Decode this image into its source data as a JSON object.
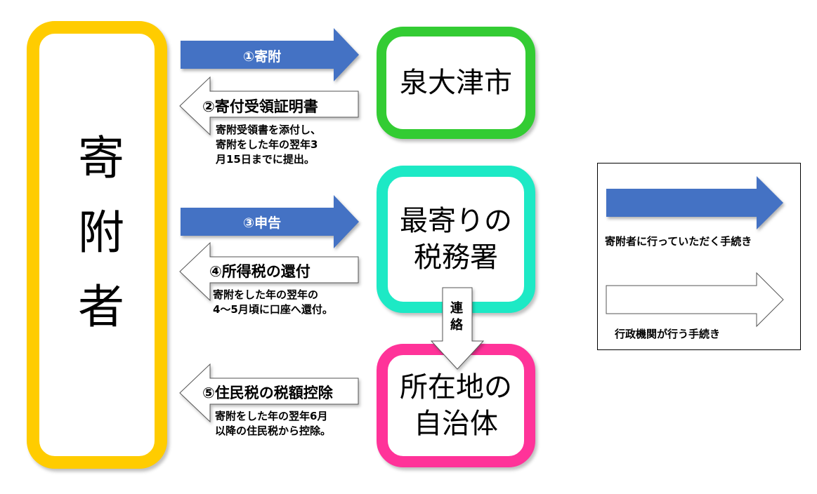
{
  "colors": {
    "donor_border": "#ffcc00",
    "city_border": "#33cc33",
    "tax_office_border": "#1de9c5",
    "municipality_border": "#ff3399",
    "donor_action_arrow": "#4472c4",
    "admin_action_arrow": "#ffffff"
  },
  "nodes": {
    "donor": "寄附者",
    "city": "泉大津市",
    "tax_office": [
      "最寄りの",
      "税務署"
    ],
    "municipality": [
      "所在地の",
      "自治体"
    ]
  },
  "steps": [
    {
      "label": "①寄附",
      "type": "donor_action",
      "from": "寄附者",
      "to": "泉大津市"
    },
    {
      "label": "②寄付受領証明書",
      "type": "admin_action",
      "from": "泉大津市",
      "to": "寄附者",
      "note": [
        "寄附受領書を添付し、",
        "寄附をした年の翌年3",
        "月15日までに提出。"
      ]
    },
    {
      "label": "③申告",
      "type": "donor_action",
      "from": "寄附者",
      "to": "最寄りの税務署"
    },
    {
      "label": "④所得税の還付",
      "type": "admin_action",
      "from": "最寄りの税務署",
      "to": "寄附者",
      "note": [
        "寄附をした年の翌年の",
        "4～5月頃に口座へ還付。"
      ]
    },
    {
      "label": "⑤住民税の税額控除",
      "type": "admin_action",
      "from": "所在地の自治体",
      "to": "寄附者",
      "note": [
        "寄附をした年の翌年6月",
        "以降の住民税から控除。"
      ]
    }
  ],
  "link": {
    "label": [
      "連",
      "絡"
    ],
    "from": "最寄りの税務署",
    "to": "所在地の自治体"
  },
  "legend": {
    "donor_action": "寄附者に行っていただく手続き",
    "admin_action": "行政機関が行う手続き"
  }
}
